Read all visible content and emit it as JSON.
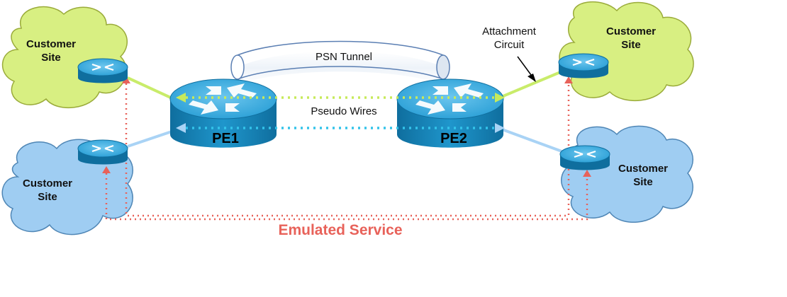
{
  "diagram": {
    "sites": [
      {
        "id": "site-top-left",
        "line1": "Customer",
        "line2": "Site",
        "cloud_color": "#d8ef82"
      },
      {
        "id": "site-bottom-left",
        "line1": "Customer",
        "line2": "Site",
        "cloud_color": "#9fcdf2"
      },
      {
        "id": "site-top-right",
        "line1": "Customer",
        "line2": "Site",
        "cloud_color": "#d8ef82"
      },
      {
        "id": "site-bottom-right",
        "line1": "Customer",
        "line2": "Site",
        "cloud_color": "#9fcdf2"
      }
    ],
    "pe_routers": [
      {
        "id": "pe1",
        "label": "PE1"
      },
      {
        "id": "pe2",
        "label": "PE2"
      }
    ],
    "psn_tunnel_label": "PSN Tunnel",
    "pseudo_wires_label": "Pseudo Wires",
    "attachment_circuit": {
      "line1": "Attachment",
      "line2": "Circuit"
    },
    "emulated_service_label": "Emulated Service",
    "colors": {
      "green_link": "#c9ec6a",
      "blue_link": "#a9d3f5",
      "green_dots": "#c7ea5a",
      "blue_dots": "#33c3ea",
      "emulated": "#e8625a",
      "router_body": "#1c8fc6",
      "router_top": "#4fb4e4"
    }
  }
}
